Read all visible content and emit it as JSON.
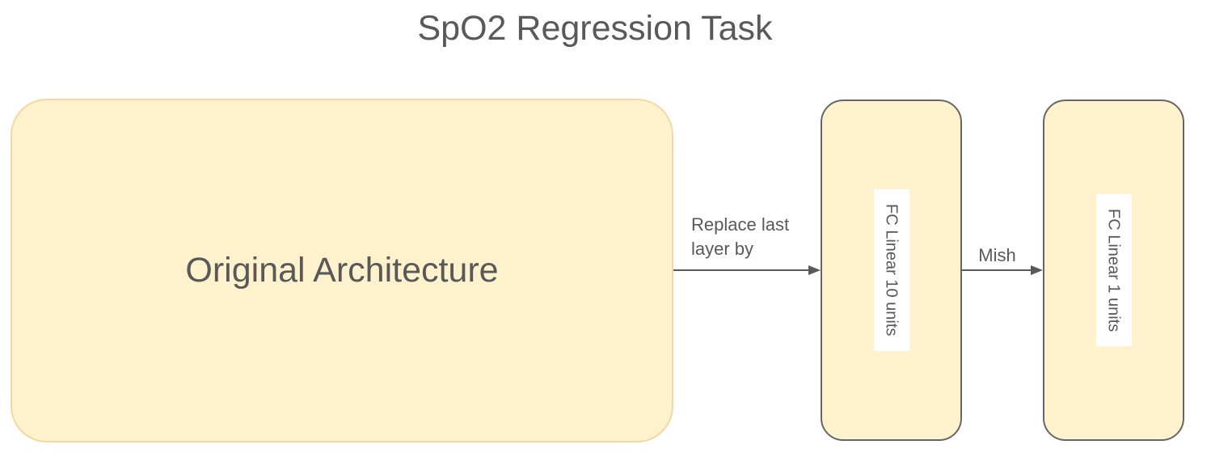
{
  "title": "SpO2 Regression Task",
  "nodes": {
    "original": {
      "label": "Original Architecture"
    },
    "fc10": {
      "label": "FC Linear 10 units"
    },
    "fc1": {
      "label": "FC Linear 1 units"
    }
  },
  "edges": {
    "replace": {
      "label": "Replace last layer by"
    },
    "mish": {
      "label": "Mish"
    }
  },
  "colors": {
    "node_fill": "#FFF2CC",
    "original_border": "#F7D7A3",
    "fc_border": "#666666",
    "arrow": "#595959",
    "text": "#595959"
  }
}
